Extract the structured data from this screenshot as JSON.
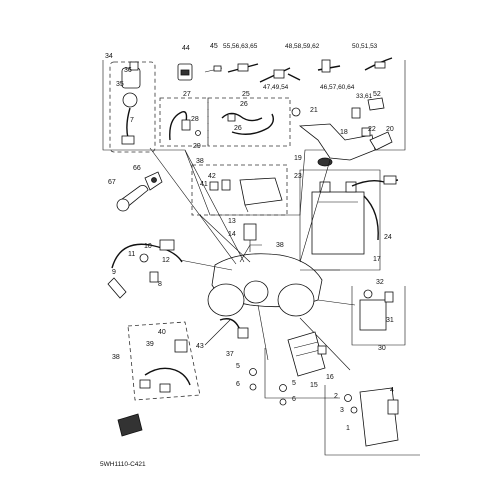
{
  "diagram_code": "5WH1110-C421",
  "callouts": [
    {
      "id": "c34",
      "text": "34"
    },
    {
      "id": "c36",
      "text": "36"
    },
    {
      "id": "c35",
      "text": "35"
    },
    {
      "id": "c7",
      "text": "7"
    },
    {
      "id": "c44",
      "text": "44"
    },
    {
      "id": "c45",
      "text": "45"
    },
    {
      "id": "c55",
      "text": "55,56,63,65"
    },
    {
      "id": "c48",
      "text": "48,58,59,62"
    },
    {
      "id": "c47",
      "text": "47,49,54"
    },
    {
      "id": "c50",
      "text": "50,51,53"
    },
    {
      "id": "c46",
      "text": "46,57,60,64"
    },
    {
      "id": "c27",
      "text": "27"
    },
    {
      "id": "c25",
      "text": "25"
    },
    {
      "id": "c26a",
      "text": "26"
    },
    {
      "id": "c28",
      "text": "28"
    },
    {
      "id": "c29",
      "text": "29"
    },
    {
      "id": "c26b",
      "text": "26"
    },
    {
      "id": "c21",
      "text": "21"
    },
    {
      "id": "c33",
      "text": "33,61"
    },
    {
      "id": "c52",
      "text": "52"
    },
    {
      "id": "c18",
      "text": "18"
    },
    {
      "id": "c22",
      "text": "22"
    },
    {
      "id": "c20",
      "text": "20"
    },
    {
      "id": "c19",
      "text": "19"
    },
    {
      "id": "c66",
      "text": "66"
    },
    {
      "id": "c67",
      "text": "67"
    },
    {
      "id": "c38a",
      "text": "38"
    },
    {
      "id": "c42",
      "text": "42"
    },
    {
      "id": "c41",
      "text": "41"
    },
    {
      "id": "c23",
      "text": "23"
    },
    {
      "id": "c13",
      "text": "13"
    },
    {
      "id": "c14",
      "text": "14"
    },
    {
      "id": "c24",
      "text": "24"
    },
    {
      "id": "c17",
      "text": "17"
    },
    {
      "id": "c10",
      "text": "10"
    },
    {
      "id": "c11",
      "text": "11"
    },
    {
      "id": "c12",
      "text": "12"
    },
    {
      "id": "c9",
      "text": "9"
    },
    {
      "id": "c8",
      "text": "8"
    },
    {
      "id": "c38b",
      "text": "38"
    },
    {
      "id": "c32",
      "text": "32"
    },
    {
      "id": "c31",
      "text": "31"
    },
    {
      "id": "c30",
      "text": "30"
    },
    {
      "id": "c40",
      "text": "40"
    },
    {
      "id": "c39",
      "text": "39"
    },
    {
      "id": "c43",
      "text": "43"
    },
    {
      "id": "c38c",
      "text": "38"
    },
    {
      "id": "c37",
      "text": "37"
    },
    {
      "id": "c16",
      "text": "16"
    },
    {
      "id": "c15",
      "text": "15"
    },
    {
      "id": "c5a",
      "text": "5"
    },
    {
      "id": "c6a",
      "text": "6"
    },
    {
      "id": "c5b",
      "text": "5"
    },
    {
      "id": "c6b",
      "text": "6"
    },
    {
      "id": "c2",
      "text": "2"
    },
    {
      "id": "c3",
      "text": "3"
    },
    {
      "id": "c1",
      "text": "1"
    },
    {
      "id": "c4",
      "text": "4"
    }
  ]
}
